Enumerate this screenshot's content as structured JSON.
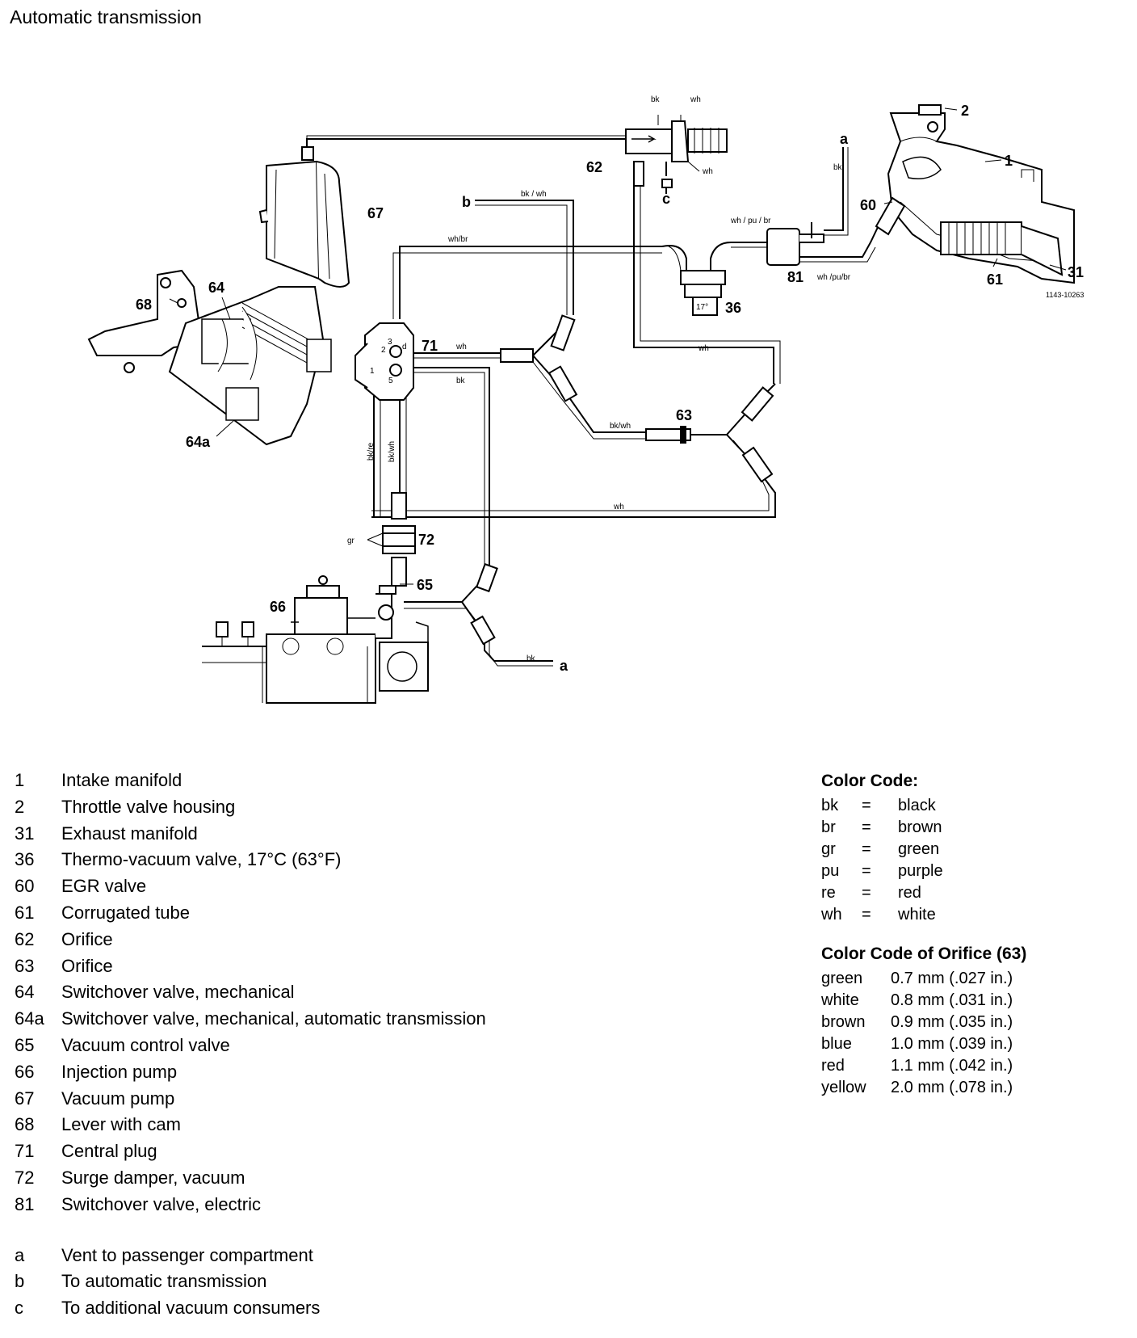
{
  "title": "Automatic transmission",
  "diagram": {
    "callouts": {
      "c1": "1",
      "c2": "2",
      "c31": "31",
      "c36": "36",
      "c60": "60",
      "c61": "61",
      "c62": "62",
      "c63": "63",
      "c64": "64",
      "c64a": "64a",
      "c65": "65",
      "c66": "66",
      "c67": "67",
      "c68": "68",
      "c71": "71",
      "c72": "72",
      "c81": "81",
      "ca_top": "a",
      "ca_bottom": "a",
      "cb": "b",
      "cc": "c"
    },
    "wire_labels": {
      "top_bk": "bk",
      "top_wh": "wh",
      "valve62_wh": "wh",
      "bk_wh_top": "bk / wh",
      "wh_br": "wh/br",
      "wh_pu_br_top": "wh / pu / br",
      "wh_pu_br_bottom": "wh /pu/br",
      "bk_right": "bk",
      "wh_71": "wh",
      "bk_71": "bk",
      "wh_right": "wh",
      "bk_wh_63": "bk/wh",
      "bk_re": "bk/re",
      "bk_wh_vert": "bk/wh",
      "wh_bottom": "wh",
      "gr": "gr",
      "bk_bottom": "bk",
      "plug3": "3",
      "plug1": "1",
      "plug5": "5",
      "plug_d": "d",
      "plug_2": "2",
      "temp": "17°"
    },
    "ref_code": "1143-10263"
  },
  "legend": {
    "items": [
      {
        "num": "1",
        "text": "Intake manifold"
      },
      {
        "num": "2",
        "text": "Throttle valve housing"
      },
      {
        "num": "31",
        "text": "Exhaust manifold"
      },
      {
        "num": "36",
        "text": "Thermo-vacuum valve, 17°C (63°F)"
      },
      {
        "num": "60",
        "text": "EGR valve"
      },
      {
        "num": "61",
        "text": "Corrugated tube"
      },
      {
        "num": "62",
        "text": "Orifice"
      },
      {
        "num": "63",
        "text": "Orifice"
      },
      {
        "num": "64",
        "text": "Switchover valve, mechanical"
      },
      {
        "num": "64a",
        "text": "Switchover valve, mechanical, automatic transmission"
      },
      {
        "num": "65",
        "text": "Vacuum control valve"
      },
      {
        "num": "66",
        "text": "Injection pump"
      },
      {
        "num": "67",
        "text": "Vacuum pump"
      },
      {
        "num": "68",
        "text": "Lever with cam"
      },
      {
        "num": "71",
        "text": "Central plug"
      },
      {
        "num": "72",
        "text": "Surge damper, vacuum"
      },
      {
        "num": "81",
        "text": "Switchover valve, electric"
      }
    ],
    "letters": [
      {
        "num": "a",
        "text": "Vent to passenger compartment"
      },
      {
        "num": "b",
        "text": "To automatic transmission"
      },
      {
        "num": "c",
        "text": "To additional vacuum consumers"
      }
    ]
  },
  "color_code": {
    "title": "Color Code:",
    "entries": [
      {
        "abbr": "bk",
        "eq": "=",
        "name": "black"
      },
      {
        "abbr": "br",
        "eq": "=",
        "name": "brown"
      },
      {
        "abbr": "gr",
        "eq": "=",
        "name": "green"
      },
      {
        "abbr": "pu",
        "eq": "=",
        "name": "purple"
      },
      {
        "abbr": "re",
        "eq": "=",
        "name": "red"
      },
      {
        "abbr": "wh",
        "eq": "=",
        "name": "white"
      }
    ]
  },
  "orifice_code": {
    "title": "Color Code of Orifice (63)",
    "entries": [
      {
        "color": "green",
        "size": "0.7 mm (.027 in.)"
      },
      {
        "color": "white",
        "size": "0.8 mm (.031 in.)"
      },
      {
        "color": "brown",
        "size": "0.9 mm (.035 in.)"
      },
      {
        "color": "blue",
        "size": "1.0 mm (.039 in.)"
      },
      {
        "color": "red",
        "size": "1.1 mm (.042 in.)"
      },
      {
        "color": "yellow",
        "size": "2.0 mm (.078 in.)"
      }
    ]
  }
}
